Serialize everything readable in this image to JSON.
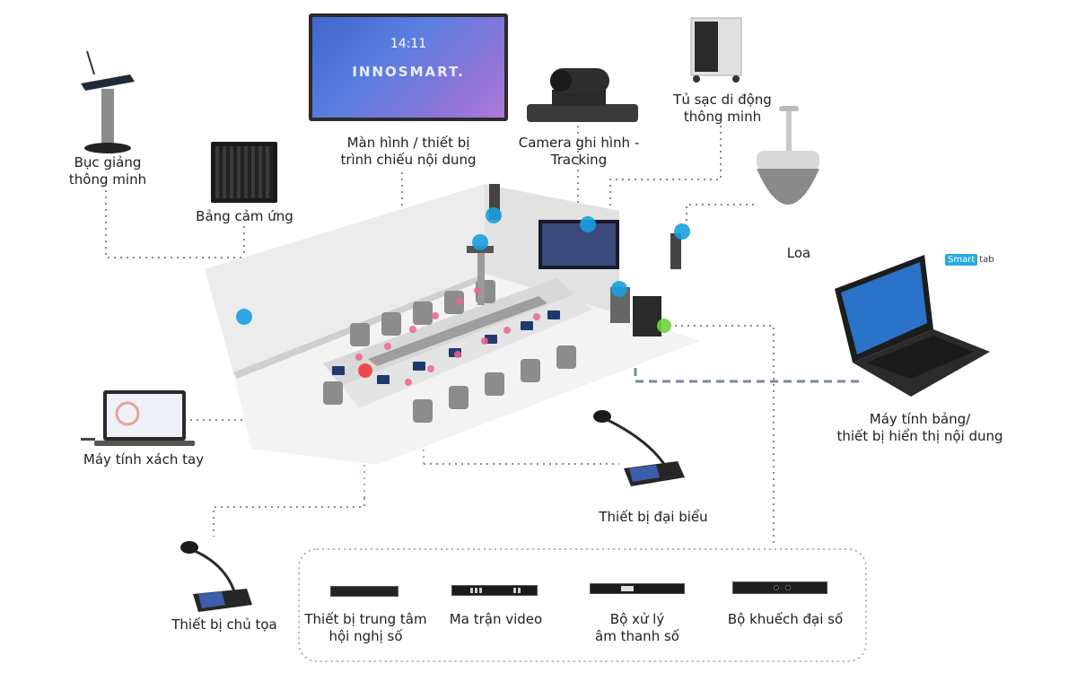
{
  "diagram": {
    "title": "Smart conference room system",
    "brand_on_display": "INNOSMART.",
    "display_clock": "14:11",
    "tablet_brand": {
      "part1": "Smart",
      "part2": "tab"
    },
    "colors": {
      "dotted_line": "#8a8a8a",
      "red_dotted_line": "#d7a0a8",
      "blue_dashed_line": "#7b86a3",
      "marker_blue": "#1aa0e0",
      "marker_pink": "#f06292",
      "marker_red": "#f03c3c",
      "marker_green": "#6fd23a",
      "tablet_brand_bg": "#2aa9e0"
    },
    "devices": {
      "podium": {
        "label_lines": [
          "Bục giảng",
          "thông minh"
        ]
      },
      "touch_panel": {
        "label_lines": [
          "Bảng cảm ứng"
        ]
      },
      "display": {
        "label_lines": [
          "Màn hình / thiết bị",
          "trình chiếu nội dung"
        ]
      },
      "camera": {
        "label_lines": [
          "Camera ghi hình -",
          "Tracking"
        ]
      },
      "charging_cabinet": {
        "label_lines": [
          "Tủ sạc di động",
          "thông minh"
        ]
      },
      "speaker": {
        "label_lines": [
          "Loa"
        ]
      },
      "tablet": {
        "label_lines": [
          "Máy tính bảng/",
          "thiết bị hiển thị nội dung"
        ]
      },
      "laptop": {
        "label_lines": [
          "Máy tính xách tay"
        ]
      },
      "delegate_unit": {
        "label_lines": [
          "Thiết bị đại biểu"
        ]
      },
      "chairman_unit": {
        "label_lines": [
          "Thiết bị chủ tọa"
        ]
      }
    },
    "rack_equipment": [
      {
        "label_lines": [
          "Thiết bị trung tâm",
          "hội nghị số"
        ]
      },
      {
        "label_lines": [
          "Ma trận video",
          ""
        ]
      },
      {
        "label_lines": [
          "Bộ xử lý",
          "âm thanh số"
        ]
      },
      {
        "label_lines": [
          "Bộ khuếch đại số",
          ""
        ]
      }
    ]
  }
}
